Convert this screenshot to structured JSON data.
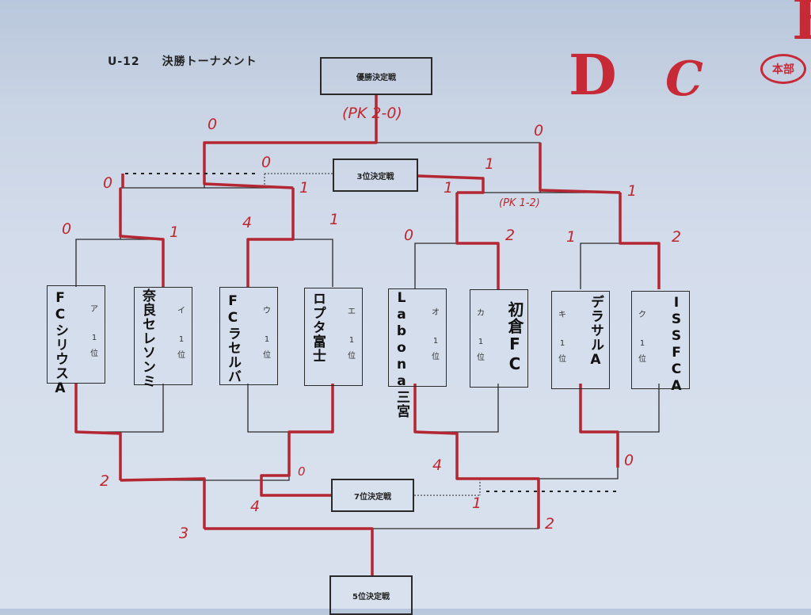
{
  "header": {
    "age_group": "U-12",
    "title": "決勝トーナメント"
  },
  "annotations": {
    "letter_d": "D",
    "letter_c": "C",
    "letter_top_right": "E",
    "stamp": "本部"
  },
  "matches": {
    "final": {
      "label": "優勝決定戦",
      "pk_note": "(PK 2-0)"
    },
    "third_place": {
      "label": "3位決定戦",
      "pk_note": "(PK 1-2)"
    },
    "fifth_place": {
      "label": "5位決定戦"
    },
    "seventh_place": {
      "label": "7位決定戦"
    }
  },
  "teams": [
    {
      "slot": "ア",
      "rank": "1",
      "rank_suffix": "位",
      "name": "FCシリウスA"
    },
    {
      "slot": "イ",
      "rank": "1",
      "rank_suffix": "位",
      "name": "奈良セレソンミ"
    },
    {
      "slot": "ウ",
      "rank": "1",
      "rank_suffix": "位",
      "name": "FCラセルバ"
    },
    {
      "slot": "エ",
      "rank": "1",
      "rank_suffix": "位",
      "name": "ロプタ富士"
    },
    {
      "slot": "オ",
      "rank": "1",
      "rank_suffix": "位",
      "name": "Labona三宮"
    },
    {
      "slot": "カ",
      "rank": "1",
      "rank_suffix": "位",
      "name": "初倉FC"
    },
    {
      "slot": "キ",
      "rank": "1",
      "rank_suffix": "位",
      "name": "デラサルA"
    },
    {
      "slot": "ク",
      "rank": "1",
      "rank_suffix": "位",
      "name": "ISSFCA"
    }
  ],
  "scores": {
    "qf1_left": "0",
    "qf1_right": "1",
    "qf2_left": "4",
    "qf2_right": "1",
    "qf3_left": "0",
    "qf3_right": "2",
    "qf4_left": "1",
    "qf4_right": "2",
    "sf1_left": "0",
    "sf1_right": "1",
    "sf2_left": "1",
    "sf2_right": "1",
    "final_left": "0",
    "final_right": "0",
    "third_left": "0",
    "third_right": "1",
    "cons1_left": "2",
    "cons1_right": "0",
    "cons2_left": "4",
    "cons2_right": "0",
    "fifth_left": "3",
    "fifth_right": "2",
    "seventh_left": "4",
    "seventh_right": "1"
  },
  "colors": {
    "ink_red": "#c0262e",
    "ink_black": "#111111",
    "paper": "#d3dceb"
  }
}
